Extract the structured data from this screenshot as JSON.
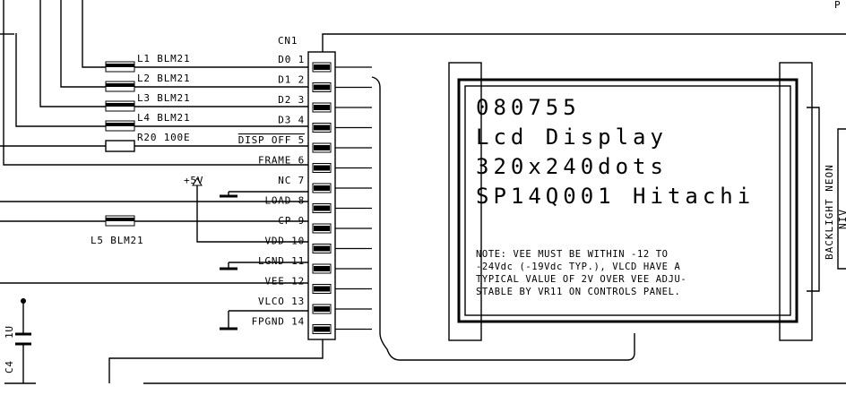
{
  "corner_label": "P",
  "connector": {
    "name": "CN1"
  },
  "pins": [
    {
      "label": "D0",
      "num": "1"
    },
    {
      "label": "D1",
      "num": "2"
    },
    {
      "label": "D2",
      "num": "3"
    },
    {
      "label": "D3",
      "num": "4"
    },
    {
      "label": "DISP OFF",
      "num": "5",
      "overline": true
    },
    {
      "label": "FRAME",
      "num": "6"
    },
    {
      "label": "NC",
      "num": "7"
    },
    {
      "label": "LOAD",
      "num": "8"
    },
    {
      "label": "CP",
      "num": "9"
    },
    {
      "label": "VDD",
      "num": "10"
    },
    {
      "label": "LGND",
      "num": "11"
    },
    {
      "label": "VEE",
      "num": "12"
    },
    {
      "label": "VLCO",
      "num": "13"
    },
    {
      "label": "FPGND",
      "num": "14"
    }
  ],
  "components": {
    "l1": "L1 BLM21",
    "l2": "L2 BLM21",
    "l3": "L3 BLM21",
    "l4": "L4 BLM21",
    "r20": "R20 100E",
    "l5": "L5 BLM21",
    "supply": "+5V",
    "c4_ref": "C4",
    "c4_val": "1U"
  },
  "display": {
    "line1": "080755",
    "line2": "Lcd Display",
    "line3": "320x240dots",
    "line4": "SP14Q001 Hitachi",
    "note": [
      "NOTE: VEE MUST BE WITHIN -12 TO",
      "-24Vdc (-19Vdc TYP.), VLCD HAVE A",
      "TYPICAL VALUE OF 2V OVER VEE ADJU-",
      "STABLE BY VR11 ON CONTROLS PANEL."
    ]
  },
  "backlight": {
    "label": "BACKLIGHT NEON",
    "partial": "NIV"
  }
}
